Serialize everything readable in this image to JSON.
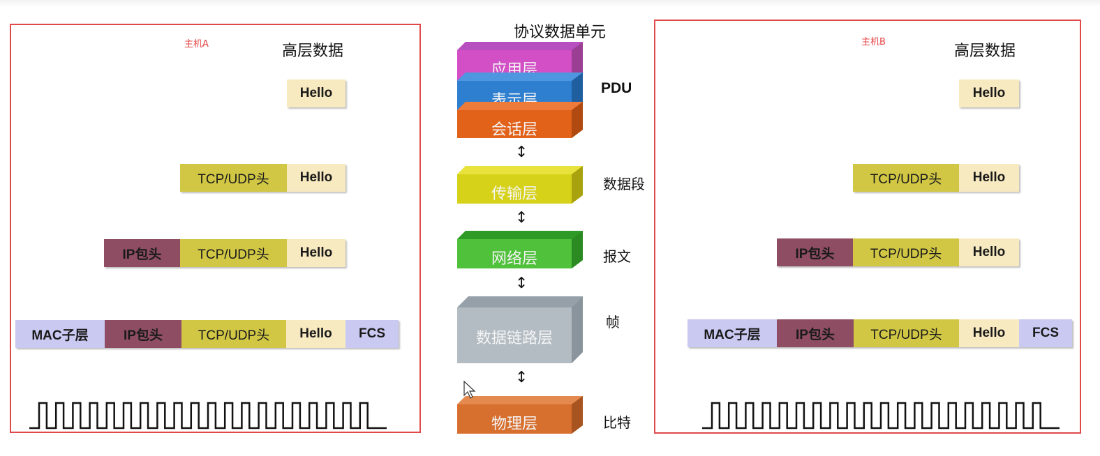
{
  "center": {
    "title": "协议数据单元",
    "layers": [
      {
        "id": "app",
        "label": "应用层",
        "color": "#d24fc6"
      },
      {
        "id": "pres",
        "label": "表示层",
        "color": "#2e7fd0"
      },
      {
        "id": "sess",
        "label": "会话层",
        "color": "#e2621a"
      },
      {
        "id": "trans",
        "label": "传输层",
        "color": "#d6d21a"
      },
      {
        "id": "net",
        "label": "网络层",
        "color": "#4fc13a"
      },
      {
        "id": "link",
        "label": "数据链路层",
        "color": "#b3bcc3"
      },
      {
        "id": "phys",
        "label": "物理层",
        "color": "#d76f2e"
      }
    ],
    "pdu": {
      "upper": "PDU",
      "segment": "数据段",
      "packet": "报文",
      "frame": "帧",
      "bit": "比特"
    },
    "arrow_glyph": "↕"
  },
  "hostA": {
    "label": "主机A",
    "high_data": "高层数据",
    "hello": "Hello",
    "tcp": "TCP/UDP头",
    "ip": "IP包头",
    "mac": "MAC子层",
    "fcs": "FCS"
  },
  "hostB": {
    "label": "主机B",
    "high_data": "高层数据",
    "hello": "Hello",
    "tcp": "TCP/UDP头",
    "ip": "IP包头",
    "mac": "MAC子层",
    "fcs": "FCS"
  },
  "colors": {
    "box_border": "#e0494a",
    "mac": "#c9c9f2",
    "ip": "#8e4d63",
    "tcp": "#d1c745",
    "hello": "#f8eac0"
  }
}
